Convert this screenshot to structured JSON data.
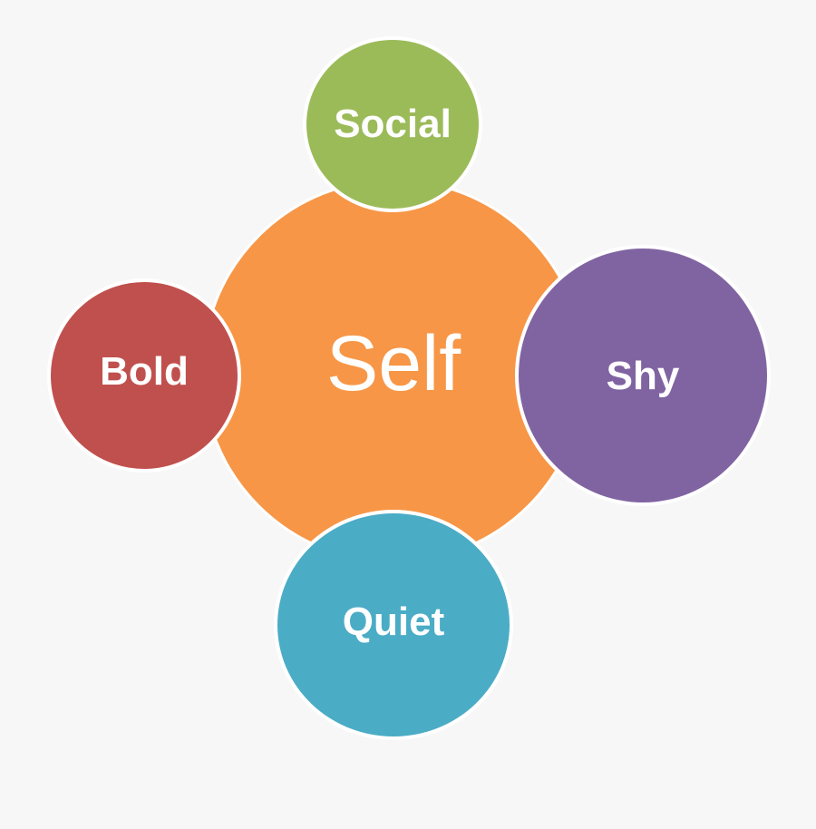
{
  "diagram": {
    "center": {
      "label": "Self",
      "color": "#f79646"
    },
    "nodes": [
      {
        "id": "social",
        "label": "Social",
        "color": "#9bbb59"
      },
      {
        "id": "bold",
        "label": "Bold",
        "color": "#c0504d"
      },
      {
        "id": "shy",
        "label": "Shy",
        "color": "#8064a2"
      },
      {
        "id": "quiet",
        "label": "Quiet",
        "color": "#4bacc6"
      }
    ]
  }
}
